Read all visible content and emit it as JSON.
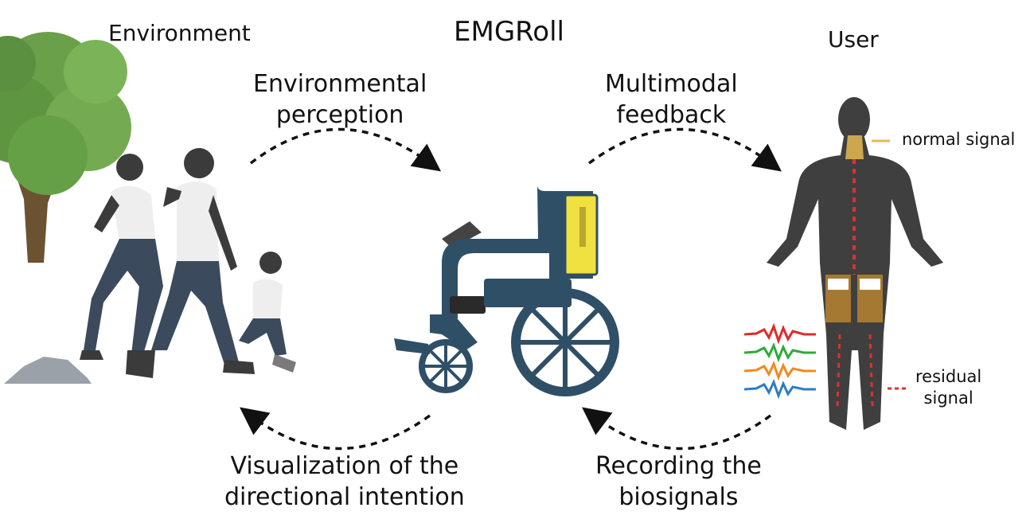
{
  "diagram": {
    "title": "EMGRoll",
    "environment_label": "Environment",
    "user_label": "User",
    "arrows": {
      "top_left": [
        "Environmental",
        "perception"
      ],
      "top_right": [
        "Multimodal",
        "feedback"
      ],
      "bottom_left": [
        "Visualization of the",
        "directional intention"
      ],
      "bottom_right": [
        "Recording the",
        "biosignals"
      ]
    },
    "legend": {
      "normal": "normal signal",
      "residual": [
        "residual",
        "signal"
      ]
    }
  },
  "colors": {
    "wheelchair": "#2f4f67",
    "screen": "#f0e040",
    "tree": "#6aa04a",
    "trunk": "#6b5230",
    "person_skin": "#3b3b3b",
    "shirt": "#eeeeee",
    "pants": "#3b4a5c",
    "body": "#3f3f3f",
    "normal_signal": "#e8b850",
    "residual_signal": "#e03030",
    "emg_red": "#e02a2a",
    "emg_green": "#2eaa3a",
    "emg_orange": "#f08a1e",
    "emg_blue": "#2c7cc8",
    "rock": "#9aa1a8"
  }
}
